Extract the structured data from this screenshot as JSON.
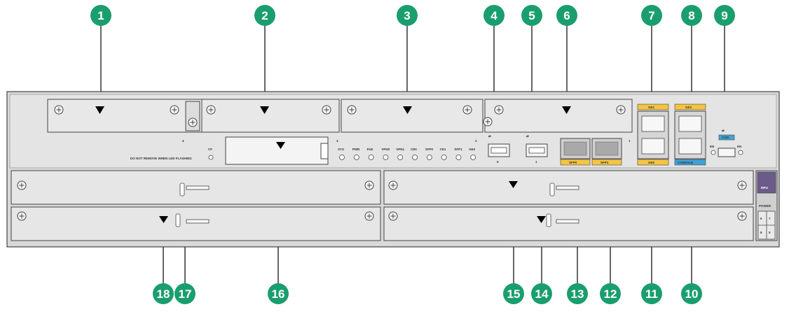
{
  "callouts": {
    "c1": "1",
    "c2": "2",
    "c3": "3",
    "c4": "4",
    "c5": "5",
    "c6": "6",
    "c7": "7",
    "c8": "8",
    "c9": "9",
    "c10": "10",
    "c11": "11",
    "c12": "12",
    "c13": "13",
    "c14": "14",
    "c15": "15",
    "c16": "16",
    "c17": "17",
    "c18": "18"
  },
  "slot_numbers": {
    "s4": "4",
    "s3": "3",
    "s2": "2",
    "s1": "1"
  },
  "usb_numbers": {
    "u0": "0",
    "u1": "1"
  },
  "cf_label": "CF",
  "warning_text": "DO NOT REMOVE WHEN LED FLASHING",
  "leds": [
    "SYS",
    "PWR",
    "PoE",
    "VPN0",
    "VPN1",
    "CE0",
    "SFP0",
    "CE1",
    "SFP1",
    "GE2"
  ],
  "port_labels": {
    "ge1": "GE1",
    "ge3": "GE3",
    "con": "CON",
    "ge0": "GE0",
    "console_aux": "CONSOLE",
    "sfp0": "SFP0",
    "sfp1": "SFP1",
    "en_left": "EN",
    "en_right": "EN"
  },
  "side_labels": {
    "mpu": "MPU",
    "power": "POWER",
    "p6": "6",
    "p7": "7",
    "p8": "8",
    "p5": "5"
  },
  "colors": {
    "callout": "#1a9e6e",
    "yellow": "#f4c542",
    "blue": "#3fa3d8",
    "purple": "#6b5b8a",
    "chassis": "#d9d9d9",
    "panel": "#e6e6e6"
  }
}
